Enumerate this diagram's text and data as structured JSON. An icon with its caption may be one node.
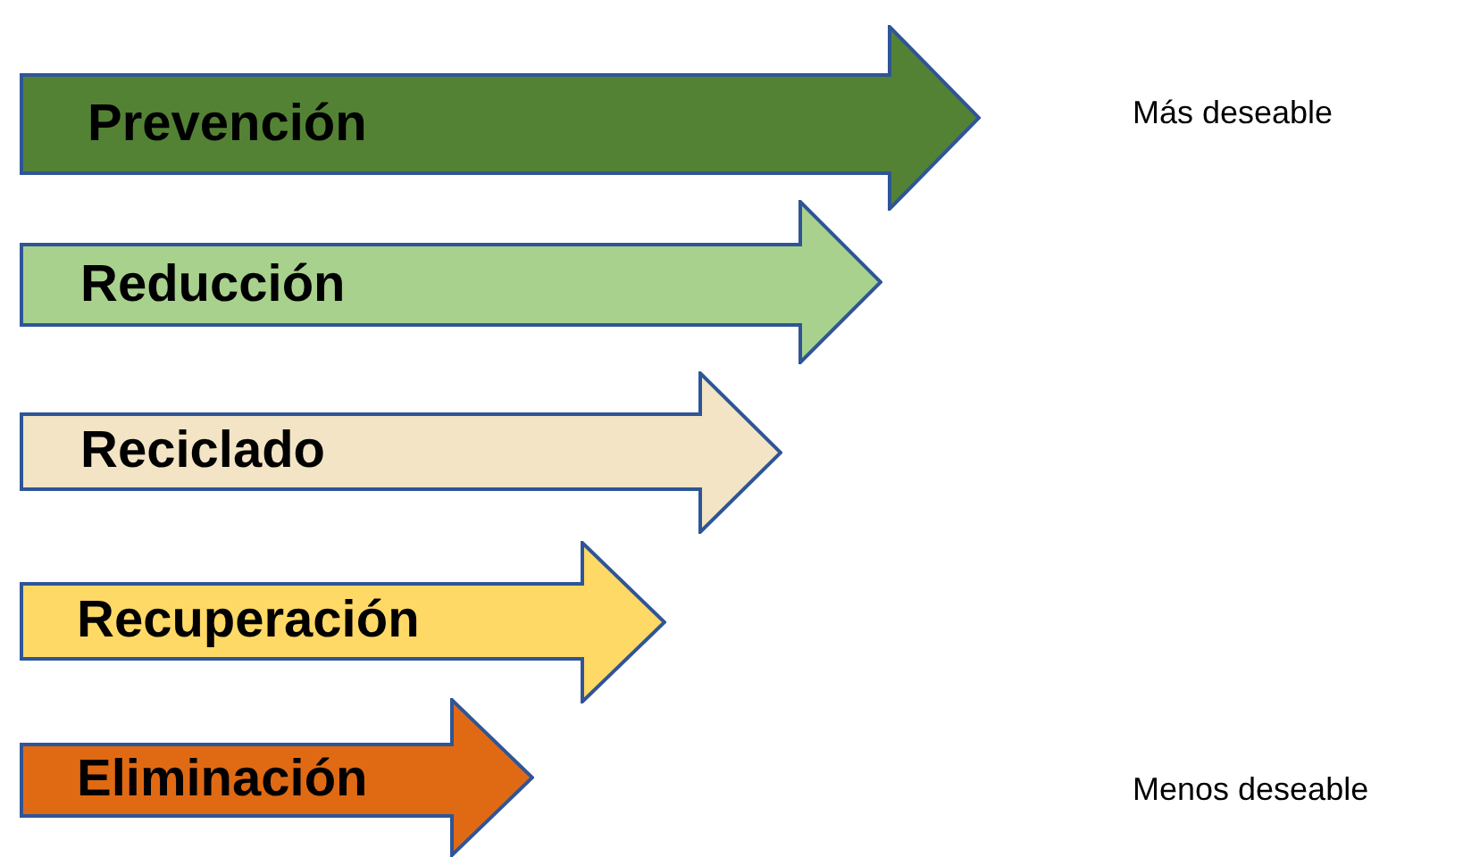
{
  "diagram": {
    "nodes": [
      {
        "text": [
          "Prevención"
        ]
      },
      {
        "text": [
          "Reducción"
        ]
      },
      {
        "text": [
          "Reciclado"
        ]
      },
      {
        "text": [
          "Recuperación"
        ]
      },
      {
        "text": [
          "Eliminación"
        ]
      }
    ],
    "labels": [
      "Más deseable",
      "Menos deseable"
    ]
  }
}
